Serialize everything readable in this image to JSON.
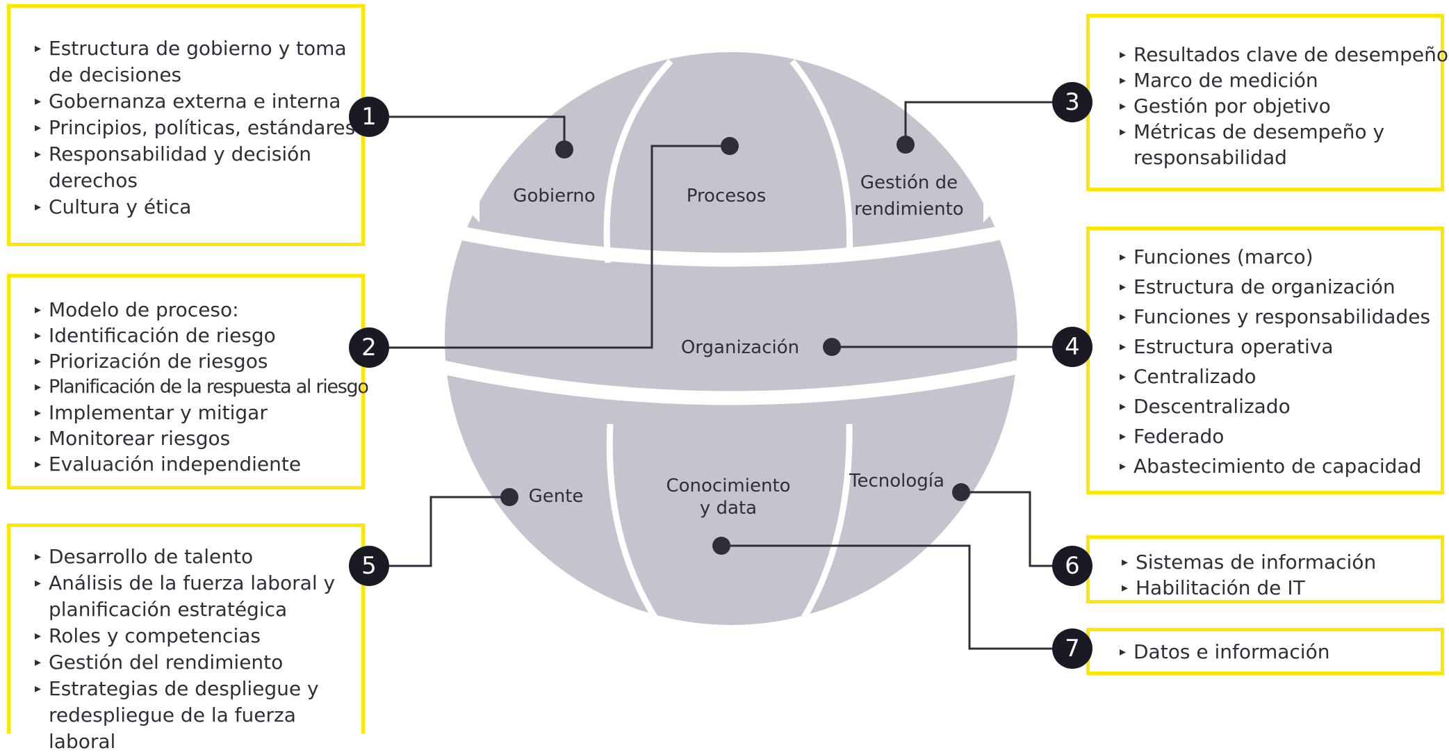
{
  "colors": {
    "accent": "#ffe600",
    "globe": "#c4c4ce",
    "badge": "#1a1a24",
    "line": "#2e2e38"
  },
  "globe_labels": {
    "gobierno": "Gobierno",
    "procesos": "Procesos",
    "gestion": "Gestión de rendimiento",
    "organizacion": "Organización",
    "gente": "Gente",
    "conocimiento": "Conocimiento y data",
    "tecnologia": "Tecnología"
  },
  "sections": [
    {
      "number": "1",
      "items": [
        "Estructura de gobierno y toma de decisiones",
        "Gobernanza externa e interna",
        "Principios, políticas, estándares",
        "Responsabilidad y decisión derechos",
        "Cultura y ética"
      ]
    },
    {
      "number": "2",
      "items": [
        "Modelo de proceso:",
        "Identificación de riesgo",
        "Priorización de riesgos",
        "Planificación de la respuesta al riesgo",
        "Implementar y mitigar",
        "Monitorear riesgos",
        "Evaluación independiente"
      ]
    },
    {
      "number": "3",
      "items": [
        "Resultados clave de desempeño",
        "Marco de medición",
        "Gestión por objetivo",
        "Métricas de desempeño y responsabilidad"
      ]
    },
    {
      "number": "4",
      "items": [
        "Funciones (marco)",
        "Estructura de organización",
        "Funciones y responsabilidades",
        "Estructura operativa",
        "Centralizado",
        "Descentralizado",
        "Federado",
        "Abastecimiento de capacidad"
      ]
    },
    {
      "number": "5",
      "items": [
        "Desarrollo de talento",
        "Análisis de la fuerza laboral y planificación estratégica",
        "Roles y competencias",
        "Gestión del rendimiento",
        "Estrategias de despliegue y redespliegue de la fuerza laboral"
      ]
    },
    {
      "number": "6",
      "items": [
        "Sistemas de información",
        "Habilitación de IT"
      ]
    },
    {
      "number": "7",
      "items": [
        "Datos e información"
      ]
    }
  ]
}
